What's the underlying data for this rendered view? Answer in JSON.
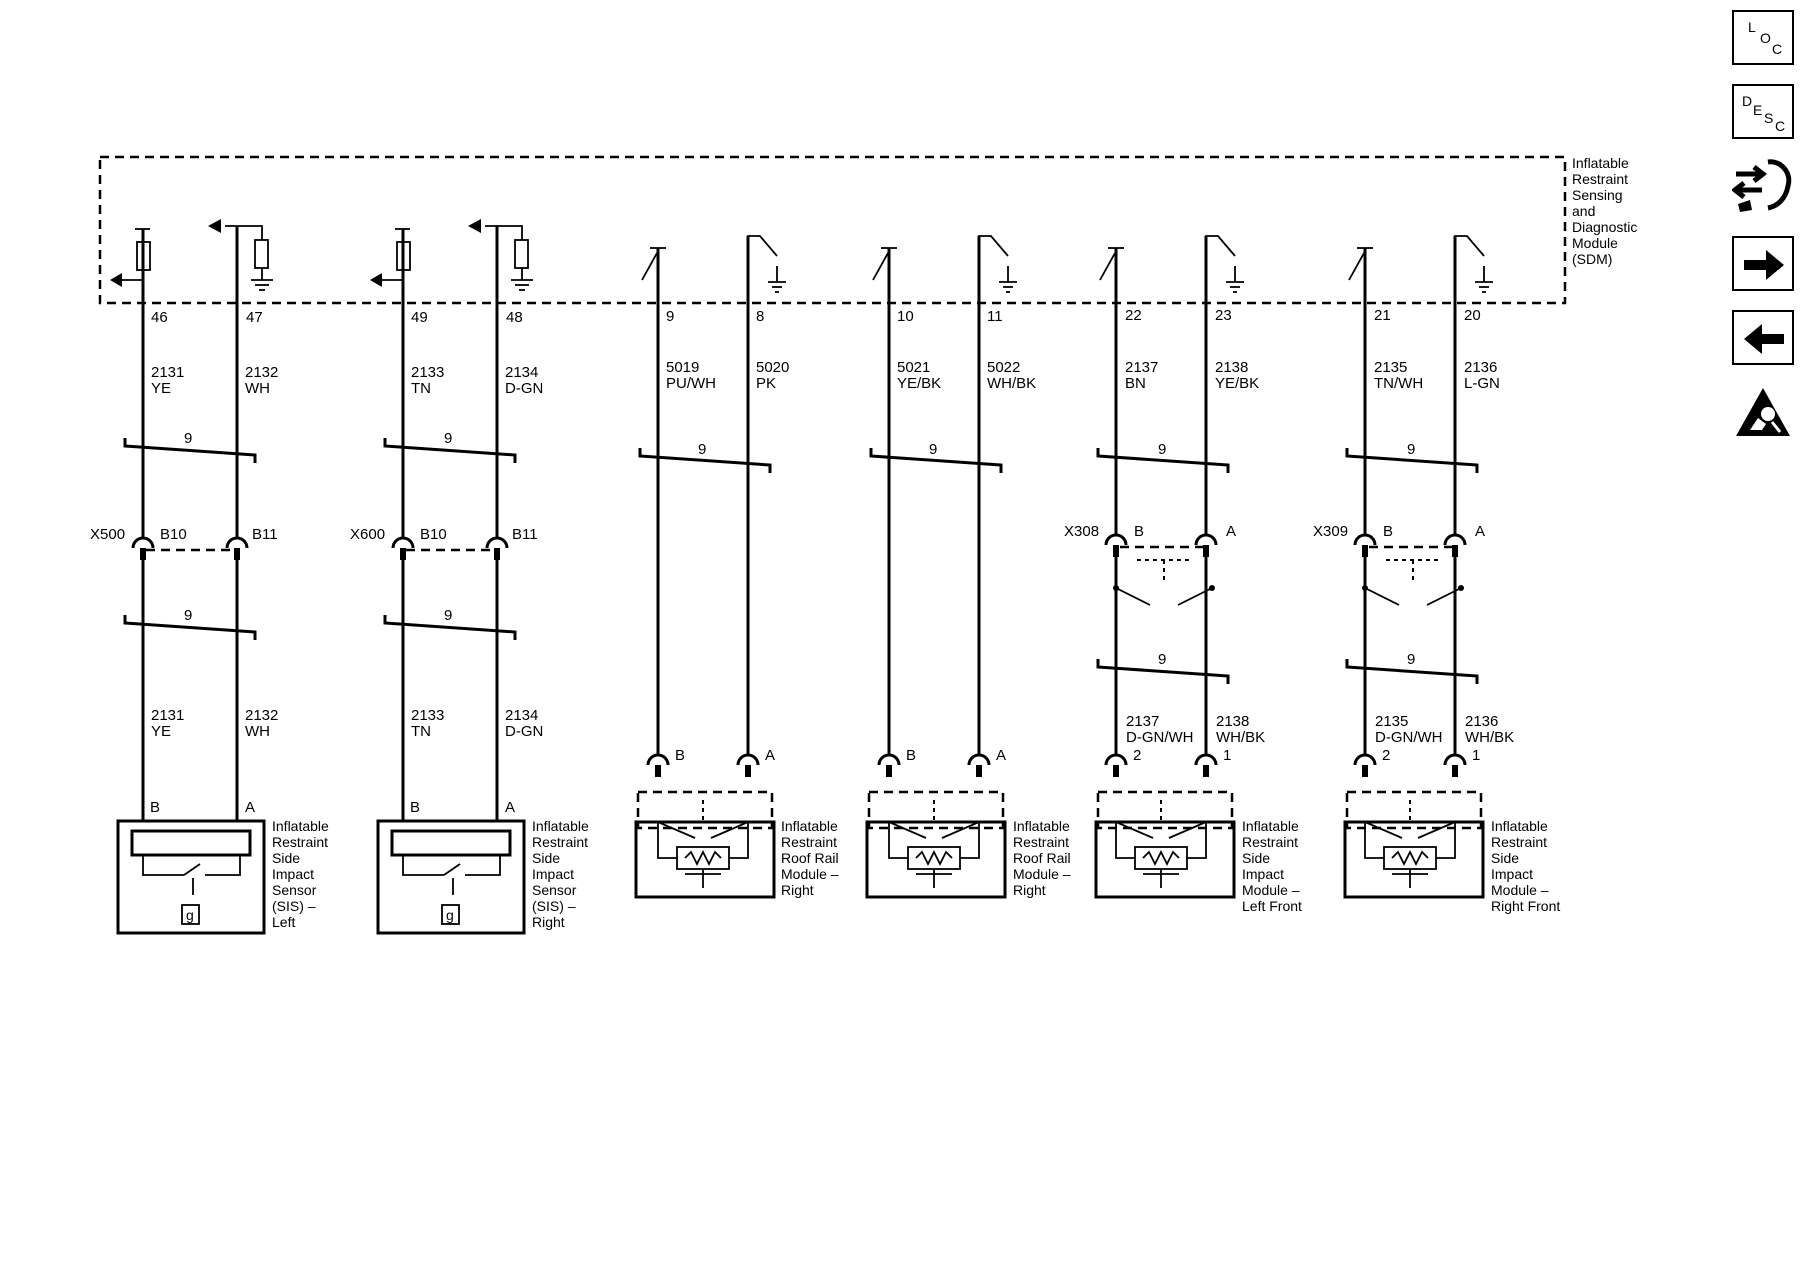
{
  "module": {
    "name": "Inflatable Restraint Sensing and Diagnostic Module (SDM)",
    "lines": [
      "Inflatable",
      "Restraint",
      "Sensing",
      "and",
      "Diagnostic",
      "Module",
      "(SDM)"
    ]
  },
  "pins": {
    "p46": "46",
    "p47": "47",
    "p49": "49",
    "p48": "48",
    "p9": "9",
    "p8": "8",
    "p10": "10",
    "p11": "11",
    "p22": "22",
    "p23": "23",
    "p21": "21",
    "p20": "20"
  },
  "wires": {
    "u2131": "2131",
    "uYE": "YE",
    "u2132": "2132",
    "uWH": "WH",
    "u2133": "2133",
    "uTN": "TN",
    "u2134": "2134",
    "uDGN": "D-GN",
    "u5019": "5019",
    "uPUWH": "PU/WH",
    "u5020": "5020",
    "uPK": "PK",
    "u5021": "5021",
    "uYEBK": "YE/BK",
    "u5022": "5022",
    "uWHBK": "WH/BK",
    "u2137": "2137",
    "uBN": "BN",
    "u2138": "2138",
    "uYEBK2": "YE/BK",
    "u2135": "2135",
    "uTNWH": "TN/WH",
    "u2136": "2136",
    "uLGN": "L-GN",
    "l2131": "2131",
    "lYE": "YE",
    "l2132": "2132",
    "lWH": "WH",
    "l2133": "2133",
    "lTN": "TN",
    "l2134": "2134",
    "lDGN": "D-GN",
    "l2137": "2137",
    "lDGNWH": "D-GN/WH",
    "l2138": "2138",
    "lWHBK": "WH/BK",
    "l2135": "2135",
    "lDGNWH2": "D-GN/WH",
    "l2136": "2136",
    "lWHBK2": "WH/BK"
  },
  "twist_label": "9",
  "connectors": {
    "x500": "X500",
    "x600": "X600",
    "x308": "X308",
    "x309": "X309",
    "b10": "B10",
    "b11": "B11",
    "B": "B",
    "A": "A",
    "n1": "1",
    "n2": "2"
  },
  "devices": {
    "sis_left": [
      "Inflatable",
      "Restraint",
      "Side",
      "Impact",
      "Sensor",
      "(SIS) –",
      "Left"
    ],
    "sis_right": [
      "Inflatable",
      "Restraint",
      "Side",
      "Impact",
      "Sensor",
      "(SIS) –",
      "Right"
    ],
    "roof_rail_1": [
      "Inflatable",
      "Restraint",
      "Roof Rail",
      "Module –",
      "Right"
    ],
    "roof_rail_2": [
      "Inflatable",
      "Restraint",
      "Roof Rail",
      "Module –",
      "Right"
    ],
    "side_lf": [
      "Inflatable",
      "Restraint",
      "Side",
      "Impact",
      "Module –",
      "Left Front"
    ],
    "side_rf": [
      "Inflatable",
      "Restraint",
      "Side",
      "Impact",
      "Module –",
      "Right Front"
    ],
    "sensor_glyph": "g"
  },
  "sidebar": {
    "loc_letters": [
      "L",
      "O",
      "C"
    ],
    "desc_letters": [
      "D",
      "E",
      "S",
      "C"
    ],
    "icons": [
      "loc-icon",
      "desc-icon",
      "connector-info-icon",
      "next-page-icon",
      "previous-page-icon",
      "airbag-warning-icon"
    ]
  }
}
